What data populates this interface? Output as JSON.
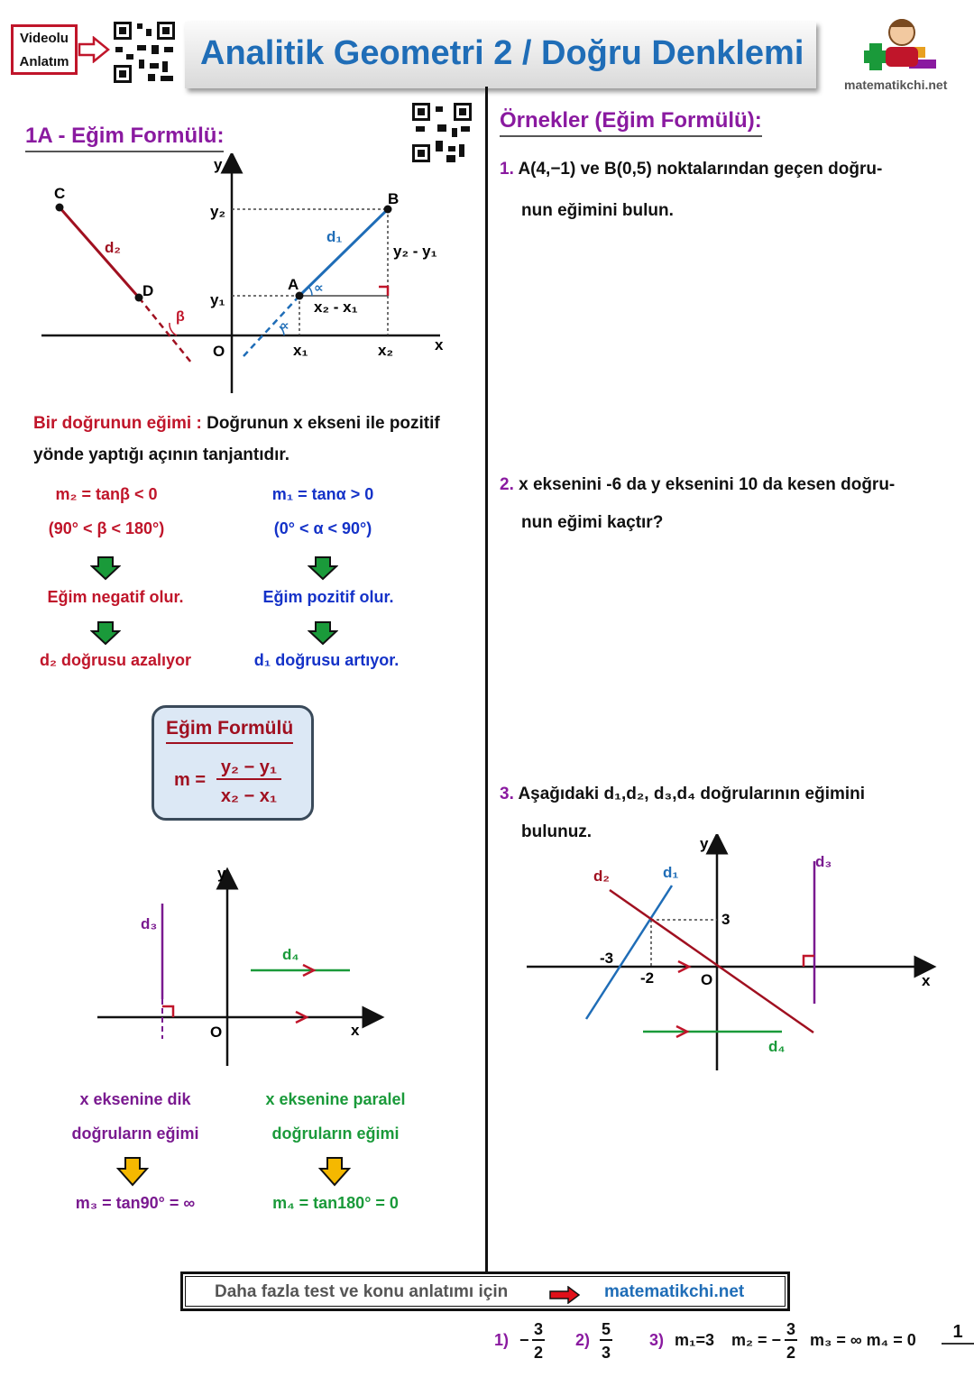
{
  "header": {
    "video_label_1": "Videolu",
    "video_label_2": "Anlatım",
    "title": "Analitik Geometri 2 / Doğru Denklemi",
    "brand": "matematikchi.net"
  },
  "section": {
    "title": "1A - Eğim Formülü:",
    "definition_term": "Bir doğrunun eğimi :",
    "definition_text": " Doğrunun x ekseni ile pozitif yönde yaptığı açının tanjantıdır.",
    "left_col": {
      "formula": "m₂ = tanβ < 0",
      "range": "(90° < β < 180°)",
      "result": "Eğim negatif olur.",
      "line_state": "d₂  doğrusu azalıyor"
    },
    "right_col": {
      "formula": "m₁ = tanα > 0",
      "range": "(0° < α < 90°)",
      "result": "Eğim pozitif olur.",
      "line_state": "d₁  doğrusu artıyor."
    },
    "formula_box": {
      "title": "Eğim Formülü",
      "m": "m =",
      "numerator": "y₂ − y₁",
      "denominator": "x₂ − x₁"
    },
    "perp": {
      "line1": "x eksenine dik",
      "line2": "doğruların eğimi",
      "formula": "m₃ = tan90° = ∞"
    },
    "parallel": {
      "line1": "x eksenine paralel",
      "line2": "doğruların eğimi",
      "formula": "m₄ = tan180° = 0"
    },
    "fig1": {
      "C": "C",
      "D": "D",
      "B": "B",
      "A": "A",
      "O": "O",
      "x": "x",
      "y": "y",
      "y2": "y₂",
      "y1": "y₁",
      "x1": "x₁",
      "x2": "x₂",
      "d1": "d₁",
      "d2": "d₂",
      "beta": "β",
      "alpha": "∝",
      "dy": "y₂ - y₁",
      "dx": "x₂ - x₁"
    },
    "fig2": {
      "d3": "d₃",
      "d4": "d₄",
      "O": "O",
      "x": "x",
      "y": "y"
    }
  },
  "examples": {
    "title": "Örnekler (Eğim Formülü):",
    "q1_num": "1.",
    "q1_line1": "A(4,−1)  ve  B(0,5)  noktalarından geçen doğru-",
    "q1_line2": "nun eğimini bulun.",
    "q2_num": "2.",
    "q2_line1": "x eksenini -6 da y eksenini 10 da kesen doğru-",
    "q2_line2": "nun eğimi kaçtır?",
    "q3_num": "3.",
    "q3_line1": "Aşağıdaki d₁,d₂, d₃,d₄ doğrularının eğimini",
    "q3_line2": "bulunuz.",
    "fig3": {
      "d1": "d₁",
      "d2": "d₂",
      "d3": "d₃",
      "d4": "d₄",
      "neg3": "-3",
      "neg2": "-2",
      "three": "3",
      "O": "O",
      "x": "x",
      "y": "y"
    }
  },
  "footer": {
    "text": "Daha fazla test ve konu anlatımı için",
    "link": "matematikchi.net"
  },
  "answers": {
    "a1_label": "1)",
    "a1_sign": "−",
    "a1_num": "3",
    "a1_den": "2",
    "a2_label": "2)",
    "a2_num": "5",
    "a2_den": "3",
    "a3_label": "3)",
    "a3_text1": "m₁=3",
    "a3_text2": "m₂ = −",
    "a3_num": "3",
    "a3_den": "2",
    "a3_text3": "m₃ = ∞   m₄ = 0"
  },
  "page_number": "1",
  "colors": {
    "accent_blue": "#1f6db7",
    "red": "#c0152a",
    "purple": "#7a1a90",
    "green": "#1a9a3a"
  }
}
